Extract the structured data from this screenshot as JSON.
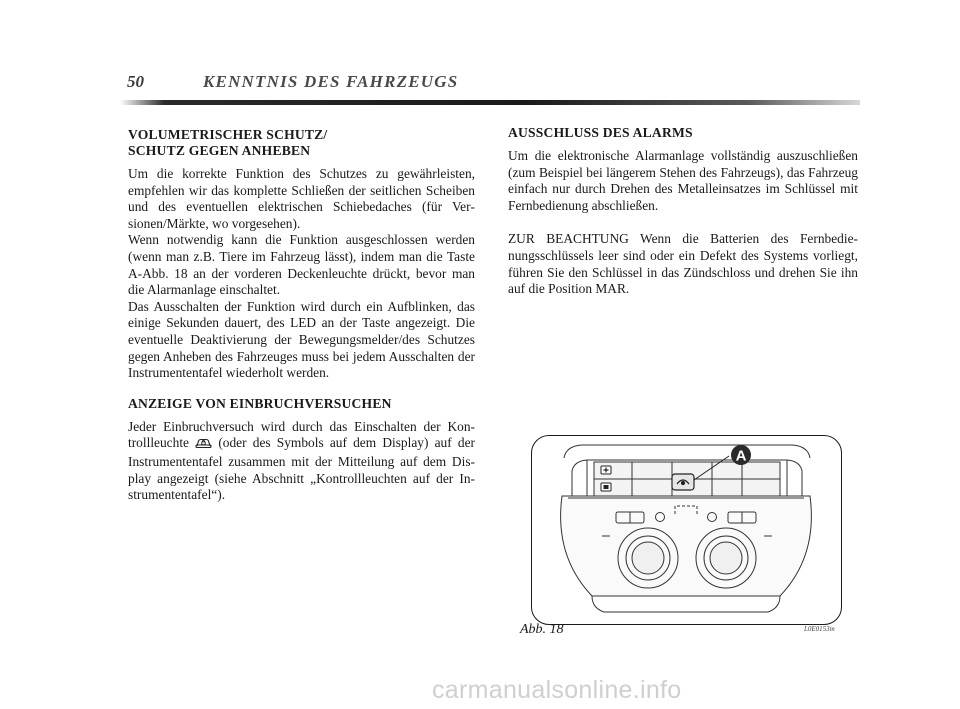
{
  "header": {
    "page_number": "50",
    "section": "KENNTNIS DES FAHRZEUGS"
  },
  "left": {
    "s1_title_1": "VOLUMETRISCHER SCHUTZ/",
    "s1_title_2": "SCHUTZ GEGEN ANHEBEN",
    "s1_p1": "Um die korrekte Funktion des Schutzes zu gewährleisten, empfehlen wir das komplette Schließen der seitlichen Schei­ben und des eventuellen elektrischen Schiebedaches (für Ver­sionen/Märkte, wo vorgesehen).",
    "s1_p2": "Wenn notwendig kann die Funktion ausgeschlossen werden (wenn man z.B. Tiere im Fahrzeug lässt), indem man die Ta­ste A-Abb. 18 an der vorderen Deckenleuchte drückt, bevor man die Alarmanlage einschaltet.",
    "s1_p3": "Das Ausschalten der Funktion wird durch ein Aufblinken, das einige Sekunden dauert, des LED an der Taste angezeigt. Die eventuelle Deaktivierung der Bewegungsmelder/des Schutzes gegen Anheben des Fahrzeuges muss bei jedem Aus­schalten der Instrumententafel wiederholt werden.",
    "s2_title": "ANZEIGE VON EINBRUCHVERSUCHEN",
    "s2_p1a": "Jeder Einbruchversuch wird durch das Einschalten der Kon­trollleuchte",
    "s2_p1b": "(oder des Symbols auf dem Display) auf der Instrumententafel zusammen mit der Mitteilung auf dem Dis­play angezeigt (siehe Abschnitt „Kontrollleuchten auf der In­strumententafel“)."
  },
  "right": {
    "s3_title": "AUSSCHLUSS DES ALARMS",
    "s3_p1": "Um die elektronische Alarmanlage vollständig auszuschließen (zum Beispiel bei längerem Stehen des Fahrzeugs), das Fahr­zeug einfach nur durch Drehen des Metalleinsatzes im Schlüs­sel mit Fernbedienung abschließen.",
    "s3_p2": "ZUR BEACHTUNG Wenn die Batterien des Fernbedie­nungsschlüssels leer sind oder ein Defekt des Systems vor­liegt, führen Sie den Schlüssel in das Zündschloss und dre­hen Sie ihn auf die Position MAR."
  },
  "figure": {
    "callout": "A",
    "caption": "Abb. 18",
    "code": "L0E0153m"
  },
  "watermark": "carmanualsonline.info"
}
